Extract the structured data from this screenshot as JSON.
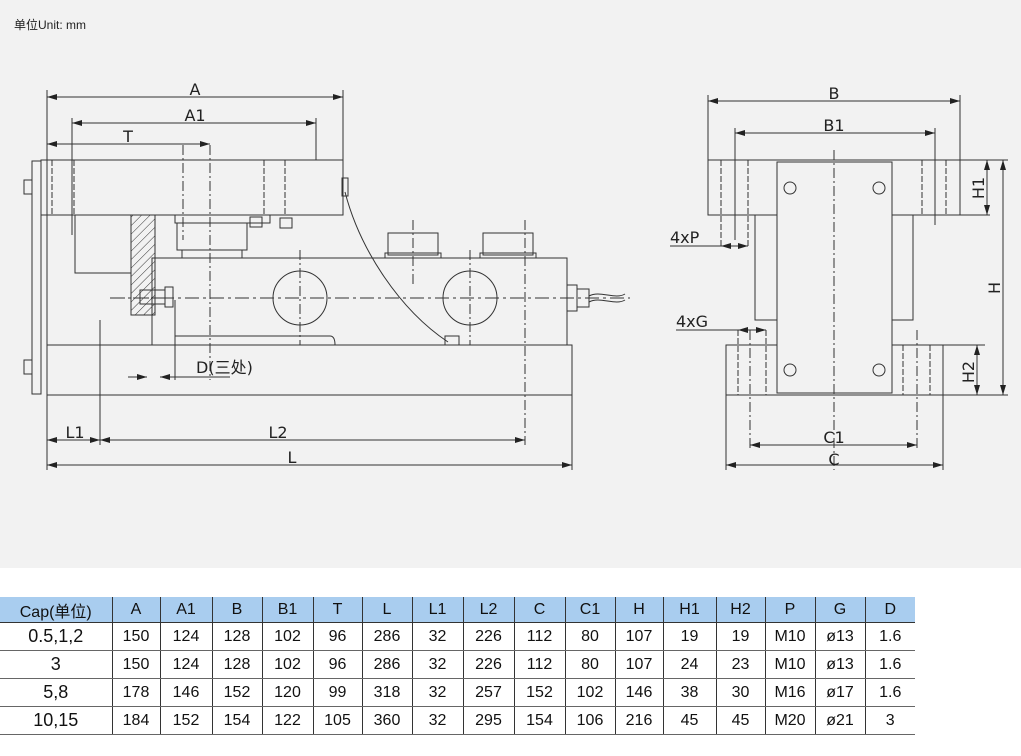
{
  "unit_note": "单位Unit: mm",
  "side_view": {
    "A": "A",
    "A1": "A1",
    "T": "T",
    "L": "L",
    "L1": "L1",
    "L2": "L2",
    "D": "D(三处)"
  },
  "end_view": {
    "B": "B",
    "B1": "B1",
    "C": "C",
    "C1": "C1",
    "H": "H",
    "H1": "H1",
    "H2": "H2",
    "P": "4xP",
    "G": "4xG"
  },
  "table": {
    "headers": [
      "Cap(单位)",
      "A",
      "A1",
      "B",
      "B1",
      "T",
      "L",
      "L1",
      "L2",
      "C",
      "C1",
      "H",
      "H1",
      "H2",
      "P",
      "G",
      "D"
    ],
    "rows": [
      [
        "0.5,1,2",
        "150",
        "124",
        "128",
        "102",
        "96",
        "286",
        "32",
        "226",
        "112",
        "80",
        "107",
        "19",
        "19",
        "M10",
        "ø13",
        "1.6"
      ],
      [
        "3",
        "150",
        "124",
        "128",
        "102",
        "96",
        "286",
        "32",
        "226",
        "112",
        "80",
        "107",
        "24",
        "23",
        "M10",
        "ø13",
        "1.6"
      ],
      [
        "5,8",
        "178",
        "146",
        "152",
        "120",
        "99",
        "318",
        "32",
        "257",
        "152",
        "102",
        "146",
        "38",
        "30",
        "M16",
        "ø17",
        "1.6"
      ],
      [
        "10,15",
        "184",
        "152",
        "154",
        "122",
        "105",
        "360",
        "32",
        "295",
        "154",
        "106",
        "216",
        "45",
        "45",
        "M20",
        "ø21",
        "3"
      ]
    ]
  }
}
